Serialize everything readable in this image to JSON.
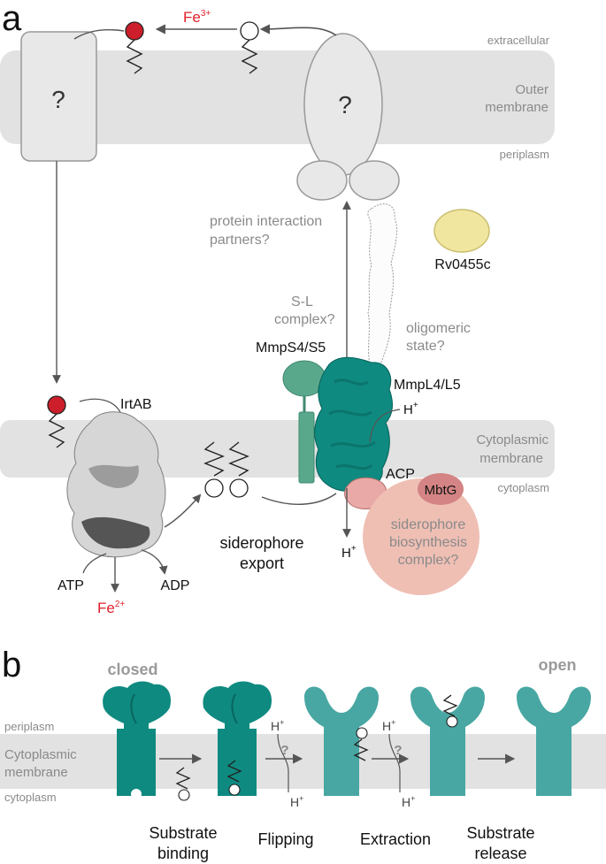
{
  "panel_a": {
    "label": "a",
    "regions": {
      "extracellular": "extracellular",
      "outer_membrane_line1": "Outer",
      "outer_membrane_line2": "membrane",
      "periplasm": "periplasm",
      "cytoplasmic_membrane_line1": "Cytoplasmic",
      "cytoplasmic_membrane_line2": "membrane",
      "cytoplasm": "cytoplasm"
    },
    "unknown_protein_mark": "?",
    "fe3_label": "Fe",
    "fe3_superscript": "3+",
    "fe2_label": "Fe",
    "fe2_superscript": "2+",
    "protein_interaction_line1": "protein interaction",
    "protein_interaction_line2": "partners?",
    "rv0455c": "Rv0455c",
    "sl_complex_line1": "S-L",
    "sl_complex_line2": "complex?",
    "oligomeric_line1": "oligomeric",
    "oligomeric_line2": "state?",
    "mmps": "MmpS4/S5",
    "mmpl": "MmpL4/L5",
    "proton": "H",
    "proton_superscript": "+",
    "irtab": "IrtAB",
    "acp": "ACP",
    "mbtg": "MbtG",
    "biosynthesis_line1": "siderophore",
    "biosynthesis_line2": "biosynthesis",
    "biosynthesis_line3": "complex?",
    "export_line1": "siderophore",
    "export_line2": "export",
    "atp": "ATP",
    "adp": "ADP"
  },
  "panel_b": {
    "label": "b",
    "state_closed": "closed",
    "state_open": "open",
    "periplasm": "periplasm",
    "membrane_line1": "Cytoplasmic",
    "membrane_line2": "membrane",
    "cytoplasm": "cytoplasm",
    "question": "?",
    "proton": "H",
    "proton_superscript": "+",
    "steps": [
      {
        "line1": "Substrate",
        "line2": "binding"
      },
      {
        "line1": "Flipping",
        "line2": ""
      },
      {
        "line1": "Extraction",
        "line2": ""
      },
      {
        "line1": "Substrate",
        "line2": "release"
      }
    ]
  },
  "colors": {
    "teal_dark": "#0f8a80",
    "teal_light": "#48a7a2",
    "mmps_green": "#5aa88c",
    "iron_red": "#cc1f2b",
    "acp_pink": "#e9a9a6",
    "biosynthesis_pink": "#efbfb4",
    "rv0455c_yellow": "#f0e6a0",
    "membrane_gray": "#e2e2e2"
  }
}
